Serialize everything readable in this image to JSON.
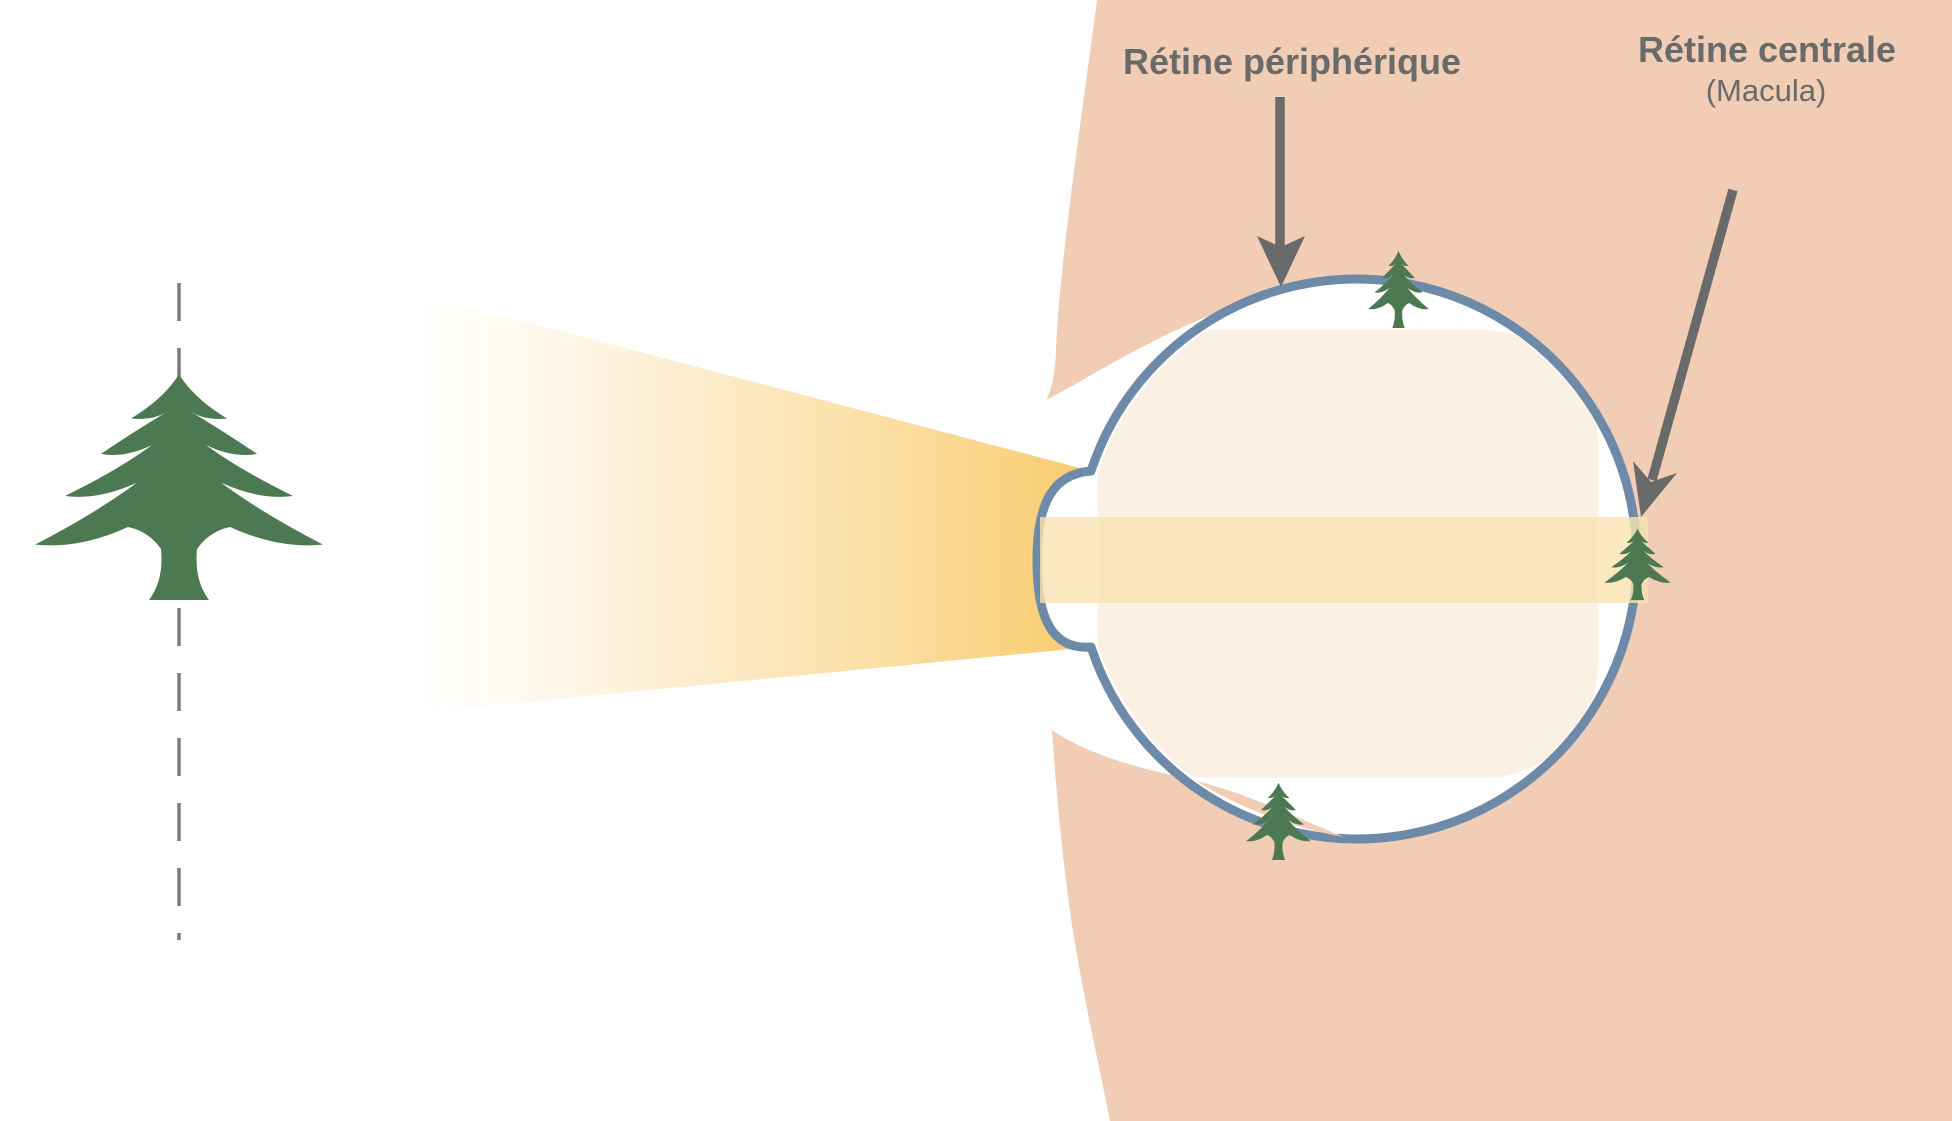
{
  "figure": {
    "labels": {
      "peripheral_retina": "Rétine périphérique",
      "central_retina": "Rétine centrale",
      "central_retina_sub": "(Macula)"
    },
    "colors": {
      "background": "#FFFFFF",
      "tissue": "#F1CDB6",
      "eye_outline": "#6E8AA9",
      "eye_fill": "#FFFFFF",
      "eye_inner_cream": "#FAF1E4",
      "light_beam": "#F9CB6C",
      "light_beam_pale": "#FFFDF4",
      "beam_band": "#F9E2B2",
      "tree_green": "#4C7951",
      "annotation_gray": "#696A6A",
      "dash_gray": "#7B7B7B"
    }
  }
}
